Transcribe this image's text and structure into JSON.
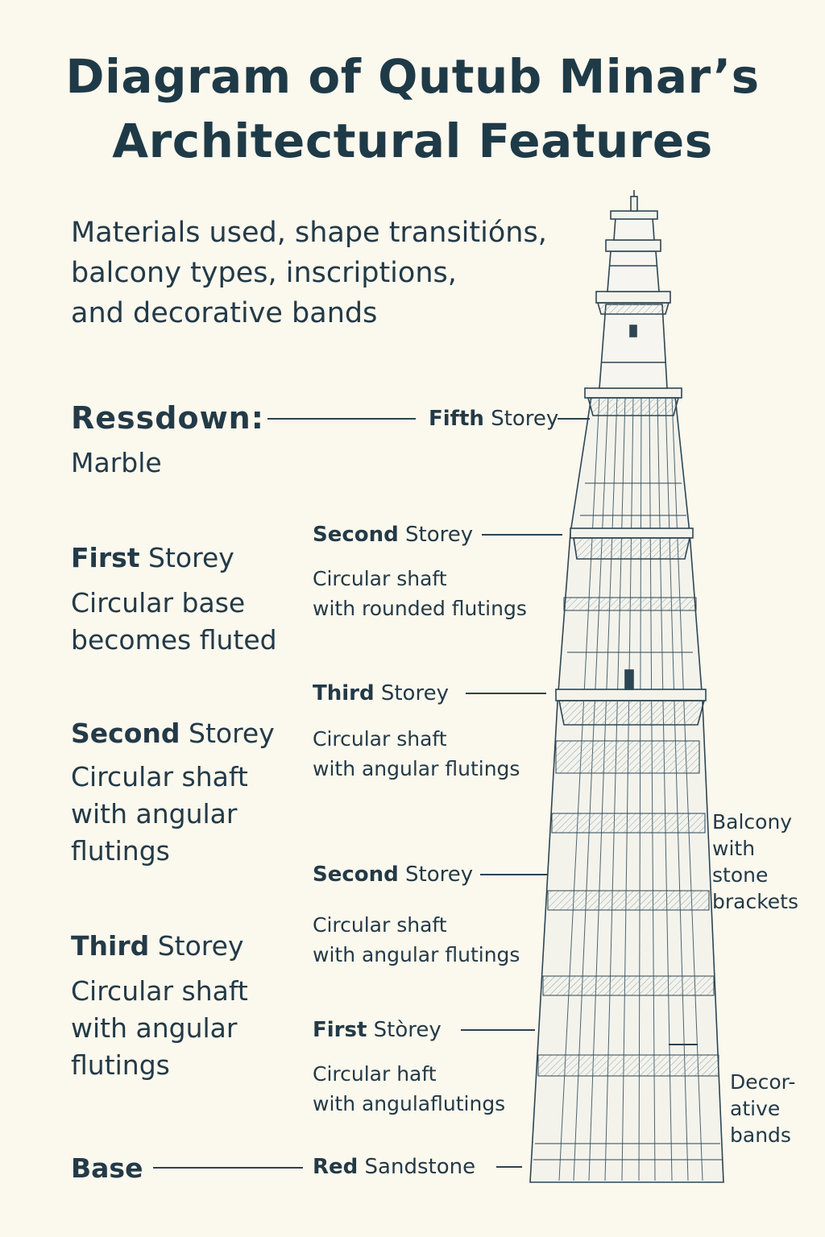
{
  "title": {
    "line1": "Diagram of Qutub Minar’s",
    "line2": "Architectural Features"
  },
  "intro": {
    "line1": "Materials used, shape transitións,",
    "line2": "balcony types, inscriptions,",
    "line3": "and decorative bands"
  },
  "left": {
    "ressdown": {
      "title": "Ressdown:",
      "desc": "Marble"
    },
    "first": {
      "bold": "First",
      "rest": "Storey",
      "desc1": "Circular base",
      "desc2": "becomes fluted"
    },
    "second": {
      "bold": "Second",
      "rest": "Storey",
      "desc1": "Circular shaft",
      "desc2": "with angular",
      "desc3": "flutings"
    },
    "third": {
      "bold": "Third",
      "rest": "Storey",
      "desc1": "Circular shaft",
      "desc2": "with angular",
      "desc3": "flutings"
    },
    "base": "Base"
  },
  "middle": {
    "fifth": {
      "bold": "Fifth",
      "rest": "Storey"
    },
    "second_top": {
      "bold": "Second",
      "rest": "Storey",
      "desc1": "Circular shaft",
      "desc2": "with rounded flutings"
    },
    "third": {
      "bold": "Third",
      "rest": "Storey",
      "desc1": "Circular shaft",
      "desc2": "with angular flutings"
    },
    "second_low": {
      "bold": "Second",
      "rest": "Storey",
      "desc1": "Circular shaft",
      "desc2": "with angular flutings"
    },
    "first": {
      "bold": "First",
      "rest": "Stòrey",
      "desc1": "Circular haft",
      "desc2": "with angulaflutings"
    },
    "red": {
      "bold": "Red",
      "rest": "Sandstone"
    }
  },
  "right": {
    "balcony": {
      "l1": "Balcony",
      "l2": "with",
      "l3": "stone",
      "l4": "brackets"
    },
    "decor": {
      "l1": "Decor-",
      "l2": "ative",
      "l3": "bands"
    }
  },
  "colors": {
    "ink": "#233a47",
    "background": "#fbf8ee",
    "band": "#c9d3d3"
  }
}
